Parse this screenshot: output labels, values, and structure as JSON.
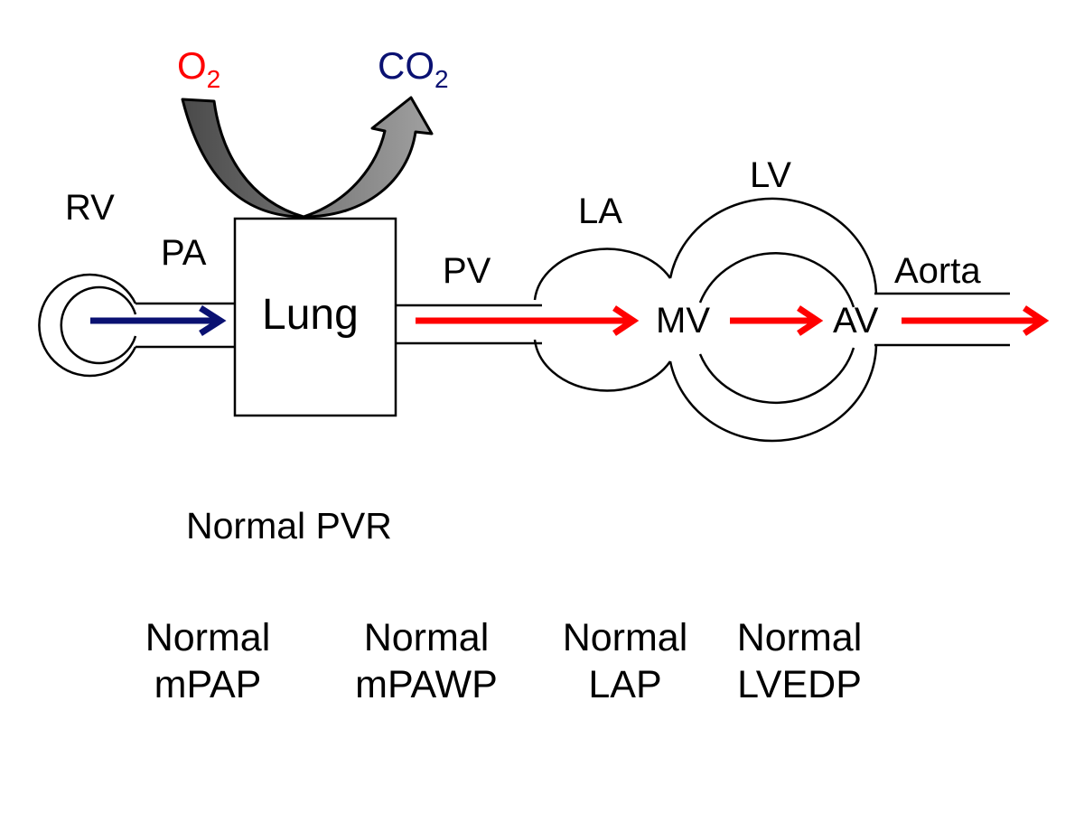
{
  "labels": {
    "o2": {
      "text": "O",
      "sub": "2"
    },
    "co2": {
      "text": "CO",
      "sub": "2"
    },
    "rv": "RV",
    "pa": "PA",
    "lung": "Lung",
    "pv": "PV",
    "la": "LA",
    "lv": "LV",
    "mv": "MV",
    "av": "AV",
    "aorta": "Aorta"
  },
  "pvr_status": "Normal PVR",
  "measurements": [
    {
      "line1": "Normal",
      "line2": "mPAP"
    },
    {
      "line1": "Normal",
      "line2": "mPAWP"
    },
    {
      "line1": "Normal",
      "line2": "LAP"
    },
    {
      "line1": "Normal",
      "line2": "LVEDP"
    }
  ],
  "colors": {
    "deoxygenated_flow": "#0a1172",
    "oxygenated_flow": "#ff0000",
    "o2_label": "#ff0000",
    "co2_label": "#0a1172",
    "o2_arrow": "#555555",
    "co2_arrow": "#8a8a8a"
  }
}
